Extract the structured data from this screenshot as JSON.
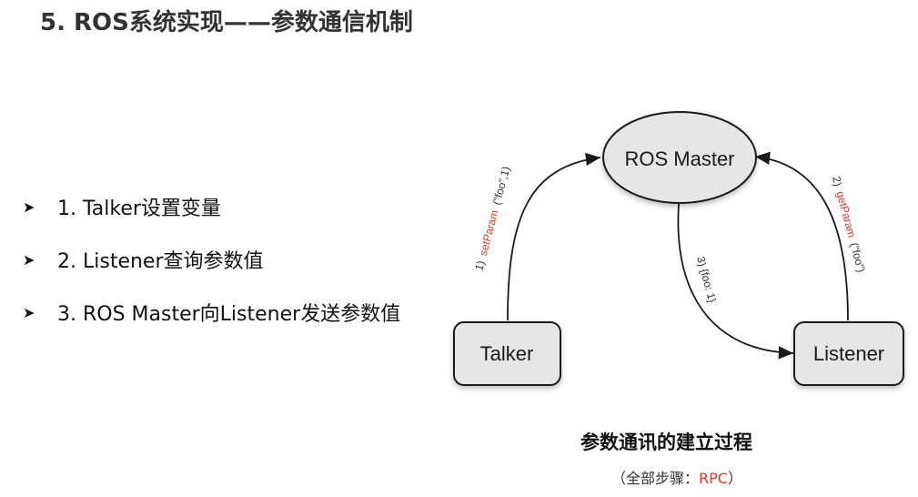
{
  "title": "5. ROS系统实现——参数通信机制",
  "bullets": [
    {
      "icon": "triangle-arrow-icon",
      "text": "1. Talker设置变量"
    },
    {
      "icon": "triangle-arrow-icon",
      "text": "2. Listener查询参数值"
    },
    {
      "icon": "triangle-arrow-icon",
      "text": "3. ROS Master向Listener发送参数值"
    }
  ],
  "diagram": {
    "master_label": "ROS Master",
    "talker_label": "Talker",
    "listener_label": "Listener",
    "edge1": {
      "num": "1)",
      "call": "setParam",
      "args": "(\"foo\",1)"
    },
    "edge2": {
      "num": "2)",
      "call": "getParam",
      "args": "(\"foo\")"
    },
    "edge3": {
      "text": "3) {foo: 1}"
    }
  },
  "caption": {
    "main": "参数通讯的建立过程",
    "sub_prefix": "（全部步骤：",
    "sub_highlight": "RPC",
    "sub_suffix": "）"
  },
  "colors": {
    "node_fill": "#e6e6e6",
    "highlight": "#e8362d"
  }
}
